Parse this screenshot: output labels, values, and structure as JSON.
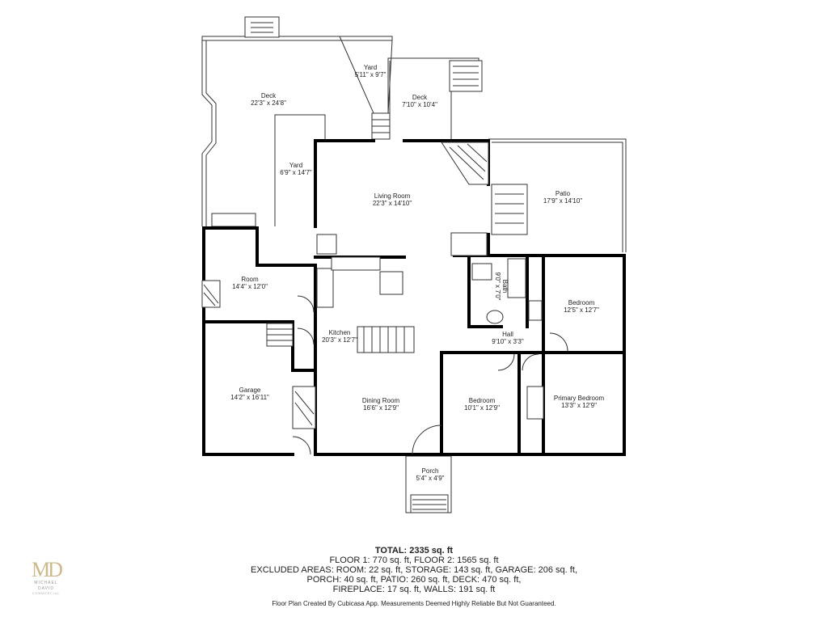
{
  "rooms": [
    {
      "id": "deck-large",
      "name": "Deck",
      "dims": "22'3\" x 24'8\""
    },
    {
      "id": "yard-top",
      "name": "Yard",
      "dims": "5'11\" x 9'7\""
    },
    {
      "id": "deck-small",
      "name": "Deck",
      "dims": "7'10\" x 10'4\""
    },
    {
      "id": "yard-side",
      "name": "Yard",
      "dims": "6'9\" x 14'7\""
    },
    {
      "id": "living-room",
      "name": "Living Room",
      "dims": "22'3\" x 14'10\""
    },
    {
      "id": "patio",
      "name": "Patio",
      "dims": "17'9\" x 14'10\""
    },
    {
      "id": "room",
      "name": "Room",
      "dims": "14'4\" x 12'0\""
    },
    {
      "id": "bath",
      "name": "Bath",
      "dims": "9'0\" x 7'0\""
    },
    {
      "id": "bedroom-east",
      "name": "Bedroom",
      "dims": "12'5\" x 12'7\""
    },
    {
      "id": "kitchen",
      "name": "Kitchen",
      "dims": "20'3\" x 12'7\""
    },
    {
      "id": "hall",
      "name": "Hall",
      "dims": "9'10\" x 3'3\""
    },
    {
      "id": "garage",
      "name": "Garage",
      "dims": "14'2\" x 16'11\""
    },
    {
      "id": "dining-room",
      "name": "Dining Room",
      "dims": "16'6\" x 12'9\""
    },
    {
      "id": "bedroom-south",
      "name": "Bedroom",
      "dims": "10'1\" x 12'9\""
    },
    {
      "id": "primary-bedroom",
      "name": "Primary Bedroom",
      "dims": "13'3\" x 12'9\""
    },
    {
      "id": "porch",
      "name": "Porch",
      "dims": "5'4\" x 4'9\""
    }
  ],
  "summary": {
    "total": "TOTAL: 2335 sq. ft",
    "line1": "FLOOR 1: 770 sq. ft, FLOOR 2: 1565 sq. ft",
    "line2": "EXCLUDED AREAS: ROOM: 22 sq. ft, STORAGE: 143 sq. ft, GARAGE: 206 sq. ft,",
    "line3": "PORCH: 40 sq. ft, PATIO: 260 sq. ft, DECK: 470 sq. ft,",
    "line4": "FIREPLACE: 17 sq. ft, WALLS: 191 sq. ft"
  },
  "disclaimer": "Floor Plan Created By Cubicasa App. Measurements Deemed Highly Reliable But Not Guaranteed.",
  "logo": {
    "mark": "MD",
    "name": "MICHAEL DAVID",
    "sub": "COMMERCIAL",
    "color": "#cdb98c"
  }
}
